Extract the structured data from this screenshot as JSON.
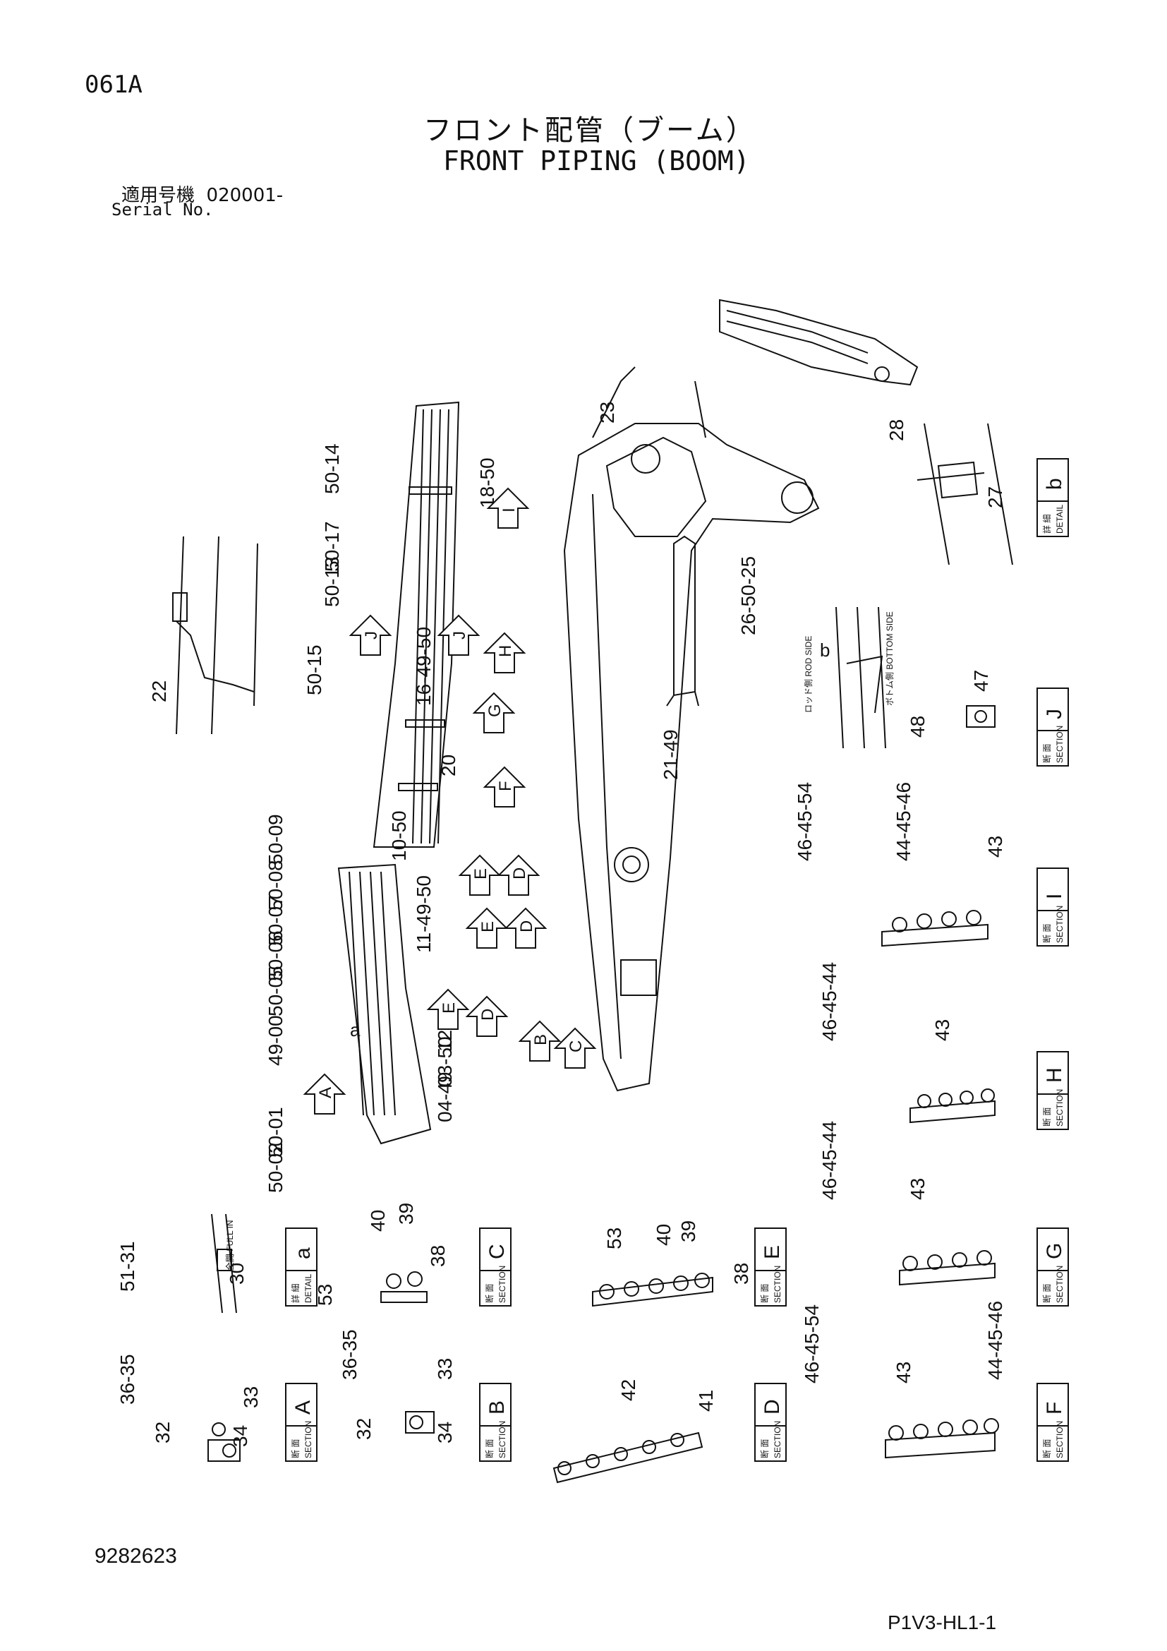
{
  "header": {
    "page_code": "061A",
    "title_jp": "フロント配管（ブーム）",
    "title_en": "FRONT PIPING (BOOM)",
    "serial_label_jp": "適用号機",
    "serial_value": "020001-",
    "serial_label_en": "Serial No."
  },
  "footer": {
    "document_number": "9282623",
    "sheet_id": "P1V3-HL1-1"
  },
  "callouts": [
    "50-14",
    "50-17",
    "50-13",
    "18-50",
    "50-15",
    "16-49-50",
    "20",
    "22",
    "23",
    "28",
    "27",
    "26-50-25",
    "47",
    "48",
    "21-49",
    "50-09",
    "10-50",
    "50-08",
    "50-07",
    "50-06",
    "50-05",
    "11-49-50",
    "49-00",
    "12-50",
    "03-50",
    "04-49",
    "50-01",
    "50-02",
    "46-45-54",
    "44-45-46",
    "43",
    "46-45-44",
    "43",
    "46-45-44",
    "43",
    "51-31",
    "30",
    "53",
    "40",
    "39",
    "38",
    "53",
    "40",
    "39",
    "38",
    "36-35",
    "33",
    "32",
    "34",
    "36-35",
    "33",
    "32",
    "34",
    "42",
    "41",
    "46-45-54",
    "43",
    "44-45-46"
  ],
  "view_arrows": [
    "I",
    "J",
    "J",
    "H",
    "G",
    "F",
    "E",
    "D",
    "E",
    "D",
    "E",
    "D",
    "B",
    "C",
    "A"
  ],
  "detail_tags": [
    {
      "letter": "b",
      "jp": "詳 細",
      "en": "DETAIL"
    },
    {
      "letter": "J",
      "jp": "断 面",
      "en": "SECTION"
    },
    {
      "letter": "I",
      "jp": "断 面",
      "en": "SECTION"
    },
    {
      "letter": "H",
      "jp": "断 面",
      "en": "SECTION"
    },
    {
      "letter": "a",
      "jp": "詳 細",
      "en": "DETAIL"
    },
    {
      "letter": "C",
      "jp": "断 面",
      "en": "SECTION"
    },
    {
      "letter": "E",
      "jp": "断 面",
      "en": "SECTION"
    },
    {
      "letter": "G",
      "jp": "断 面",
      "en": "SECTION"
    },
    {
      "letter": "A",
      "jp": "断 面",
      "en": "SECTION"
    },
    {
      "letter": "B",
      "jp": "断 面",
      "en": "SECTION"
    },
    {
      "letter": "D",
      "jp": "断 面",
      "en": "SECTION"
    },
    {
      "letter": "F",
      "jp": "断 面",
      "en": "SECTION"
    }
  ],
  "view_letters": {
    "a": "a",
    "b": "b"
  },
  "notes": {
    "rod_side": "ロッド側 ROD SIDE",
    "bottom_side": "ボトム側 BOTTOM SIDE",
    "full_in": "全開 FULL IN"
  }
}
